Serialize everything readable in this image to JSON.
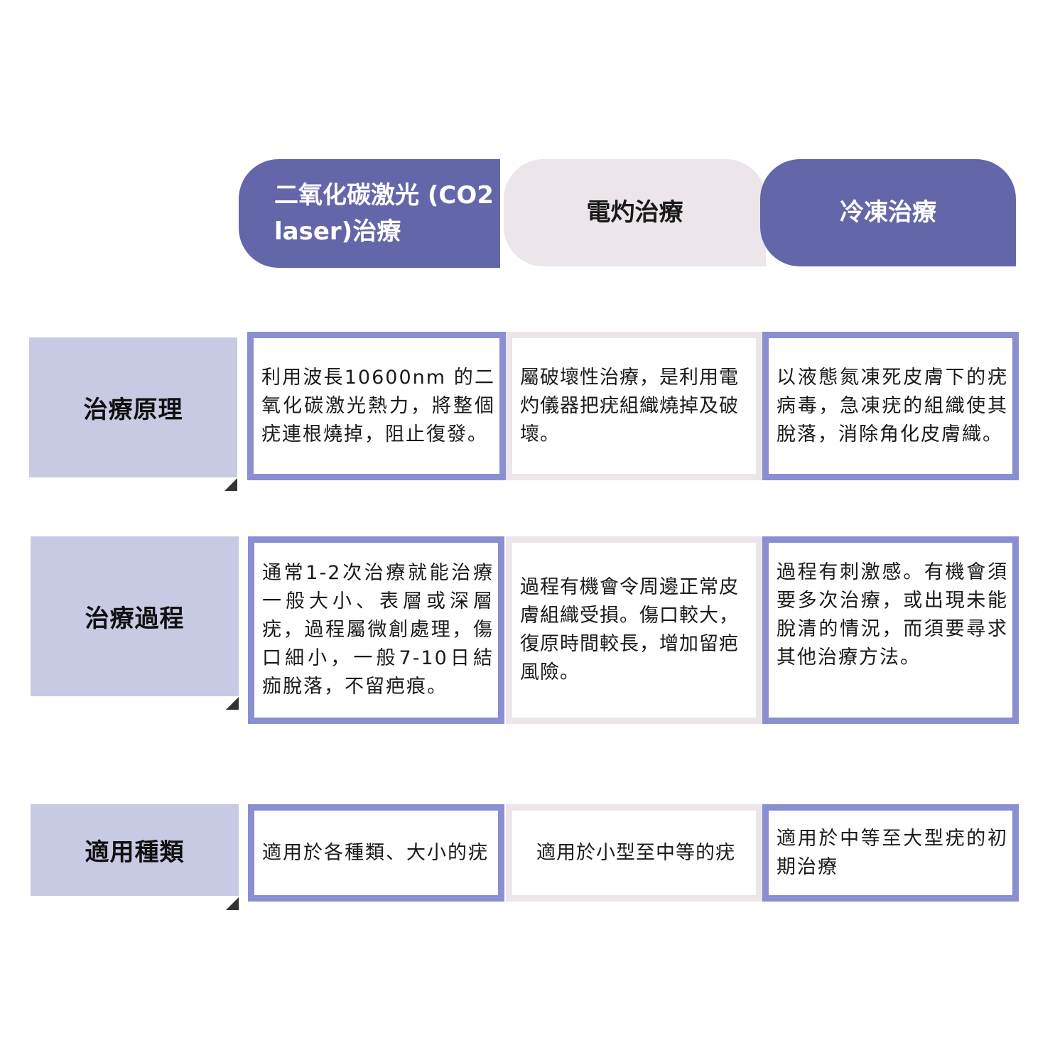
{
  "columns": [
    {
      "label_line1": "二氧化碳激光",
      "label_line2": "(CO2 laser)治療"
    },
    {
      "label": "電灼治療"
    },
    {
      "label": "冷凍治療"
    }
  ],
  "rows": [
    {
      "label": "治療原理",
      "cells": [
        "利用波長10600nm 的二氧化碳激光熱力，將整個疣連根燒掉，阻止復發。",
        "屬破壞性治療，是利用電灼儀器把疣組織燒掉及破壞。",
        "以液態氮凍死皮膚下的疣病毒，急凍疣的組織使其脫落，消除角化皮膚織。"
      ]
    },
    {
      "label": "治療過程",
      "cells": [
        "通常1-2次治療就能治療一般大小、表層或深層疣，過程屬微創處理，傷口細小，一般7-10日結痂脫落，不留疤痕。",
        "過程有機會令周邊正常皮膚組織受損。傷口較大，復原時間較長，增加留疤風險。",
        "過程有刺激感。有機會須要多次治療，或出現未能脫清的情況，而須要尋求其他治療方法。"
      ]
    },
    {
      "label": "適用種類",
      "cells": [
        "適用於各種類、大小的疣",
        "適用於小型至中等的疣",
        "適用於中等至大型疣的初期治療"
      ]
    }
  ],
  "colors": {
    "header_purple": "#6466aa",
    "header_grey": "#ece6ea",
    "row_label_bg": "#c8c9e3",
    "cell_border_purple": "#8b8ed0",
    "cell_border_grey": "#ece6ea"
  }
}
